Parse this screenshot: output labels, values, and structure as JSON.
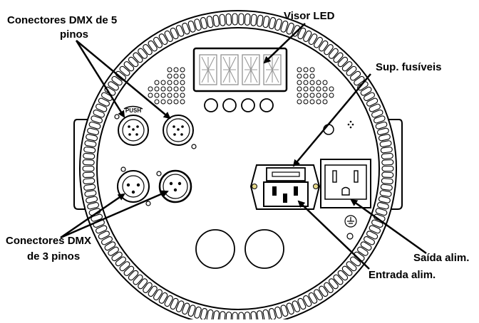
{
  "labels": {
    "dmx5": [
      "Conectores DMX de 5",
      "pinos"
    ],
    "led_display": "Visor LED",
    "fuse_holder": "Sup. fusíveis",
    "dmx3": [
      "Conectores DMX",
      "de 3 pinos"
    ],
    "power_out": "Saída alim.",
    "power_in": "Entrada alim."
  },
  "push_text": "PUSH",
  "colors": {
    "stroke": "#000000",
    "background": "#ffffff",
    "fuse_dot": "#e6d98a"
  },
  "icons": [
    "ground-symbol-icon",
    "led-digit-icon",
    "xlr-connector-icon",
    "iec-inlet-icon",
    "nema-outlet-icon"
  ]
}
